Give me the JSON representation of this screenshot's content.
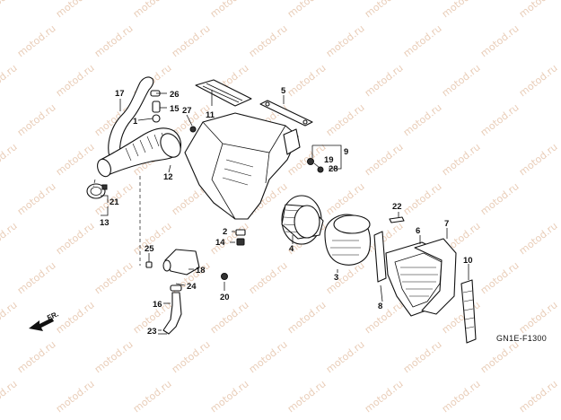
{
  "watermark": {
    "text": "motod.ru"
  },
  "diagram_code": "GN1E-F1300",
  "front_indicator": "FR.",
  "callouts": [
    {
      "id": "1",
      "label": "1"
    },
    {
      "id": "2",
      "label": "2"
    },
    {
      "id": "3",
      "label": "3"
    },
    {
      "id": "4",
      "label": "4"
    },
    {
      "id": "5",
      "label": "5"
    },
    {
      "id": "6",
      "label": "6"
    },
    {
      "id": "7",
      "label": "7"
    },
    {
      "id": "8",
      "label": "8"
    },
    {
      "id": "9",
      "label": "9"
    },
    {
      "id": "10",
      "label": "10"
    },
    {
      "id": "11",
      "label": "11"
    },
    {
      "id": "12",
      "label": "12"
    },
    {
      "id": "13",
      "label": "13"
    },
    {
      "id": "14",
      "label": "14"
    },
    {
      "id": "15",
      "label": "15"
    },
    {
      "id": "16",
      "label": "16"
    },
    {
      "id": "17",
      "label": "17"
    },
    {
      "id": "18",
      "label": "18"
    },
    {
      "id": "19",
      "label": "19"
    },
    {
      "id": "20",
      "label": "20"
    },
    {
      "id": "21",
      "label": "21"
    },
    {
      "id": "22",
      "label": "22"
    },
    {
      "id": "23",
      "label": "23"
    },
    {
      "id": "24",
      "label": "24"
    },
    {
      "id": "25",
      "label": "25"
    },
    {
      "id": "26",
      "label": "26"
    },
    {
      "id": "27",
      "label": "27"
    },
    {
      "id": "28",
      "label": "28"
    }
  ]
}
